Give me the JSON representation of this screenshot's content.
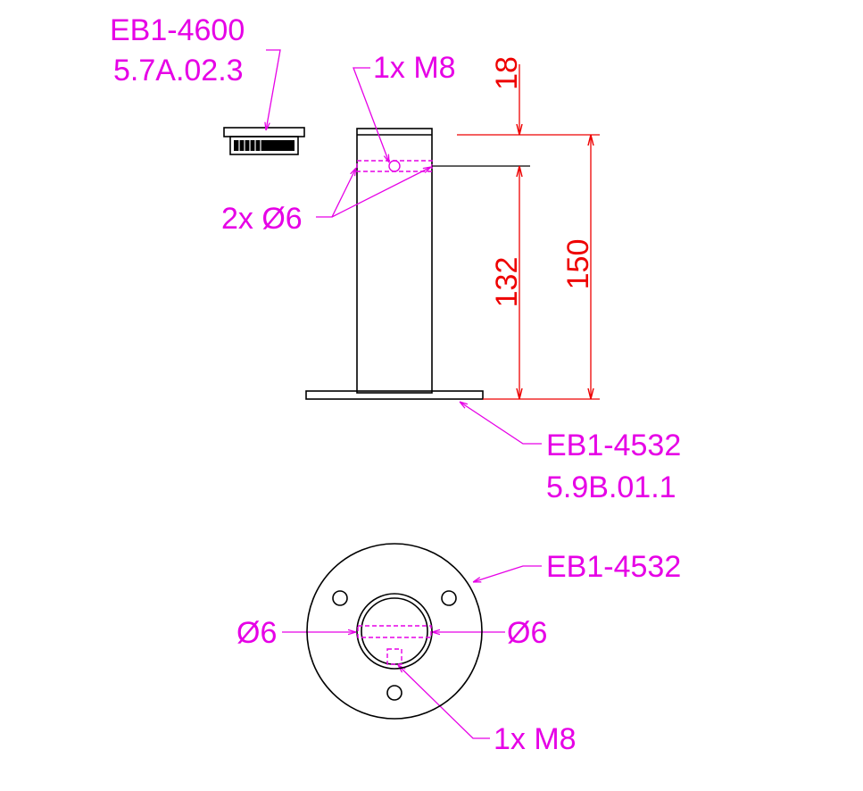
{
  "labels": {
    "cap_part": "EB1-4600",
    "cap_code": "5.7A.02.3",
    "thread_top": "1x M8",
    "holes_side": "2x Ø6",
    "base_part": "EB1-4532",
    "base_code": "5.9B.01.1",
    "base_part_plan": "EB1-4532",
    "hole_left": "Ø6",
    "hole_right": "Ø6",
    "thread_plan": "1x M8"
  },
  "dimensions": {
    "top_offset": "18",
    "hole_height": "132",
    "total_height": "150"
  },
  "colors": {
    "annotation": "#e600e6",
    "dimension": "#ee0000",
    "outline": "#000000"
  }
}
